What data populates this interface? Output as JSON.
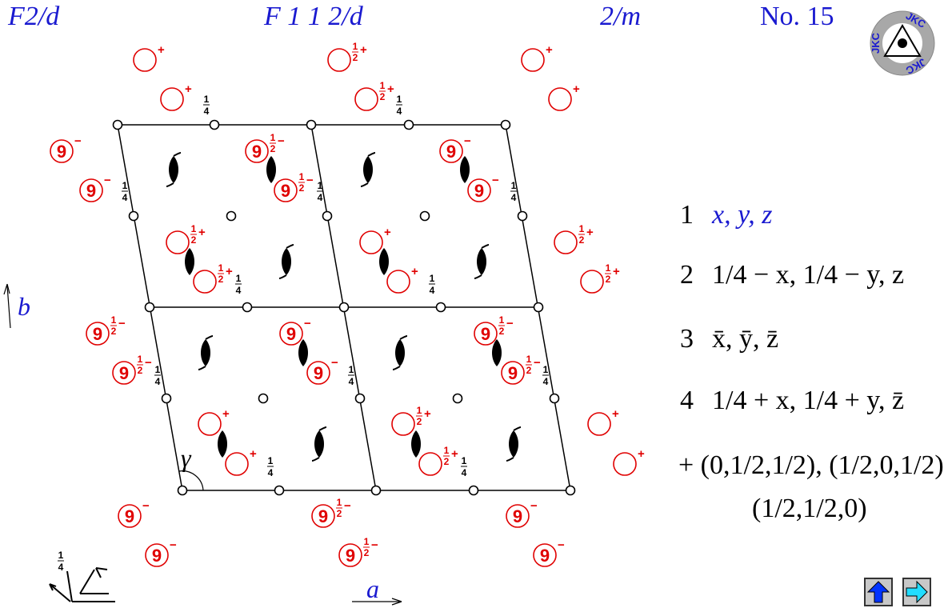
{
  "header": {
    "short_symbol": "F2/d",
    "full_symbol": "F 1 1 2/d",
    "point_group": "2/m",
    "number_label": "No. 15"
  },
  "logo": {
    "text": "JKC"
  },
  "diagram": {
    "axis_b_label": "b",
    "axis_a_label": "a",
    "angle_label": "γ",
    "height_quarter": "1/4",
    "fraction_half": "1/2",
    "sign_plus": "+",
    "sign_minus": "−",
    "glyph_enantiomorph": "9"
  },
  "positions": [
    {
      "num": "1",
      "text": "x, y, z"
    },
    {
      "num": "2",
      "text": "1/4 − x, 1/4 − y, z"
    },
    {
      "num": "3",
      "text": "x̄, ȳ, z̄"
    },
    {
      "num": "4",
      "text": "1/4 + x, 1/4 + y, z̄"
    }
  ],
  "centering": {
    "line1": "+ (0,1/2,1/2), (1/2,0,1/2),",
    "line2": "(1/2,1/2,0)"
  },
  "nav": {
    "up_icon": "up-arrow-icon",
    "next_icon": "right-arrow-icon"
  },
  "colors": {
    "title": "#1a1ad0",
    "symbol": "#e00000",
    "nav_up": "#0033ff",
    "nav_next": "#22ddff"
  }
}
